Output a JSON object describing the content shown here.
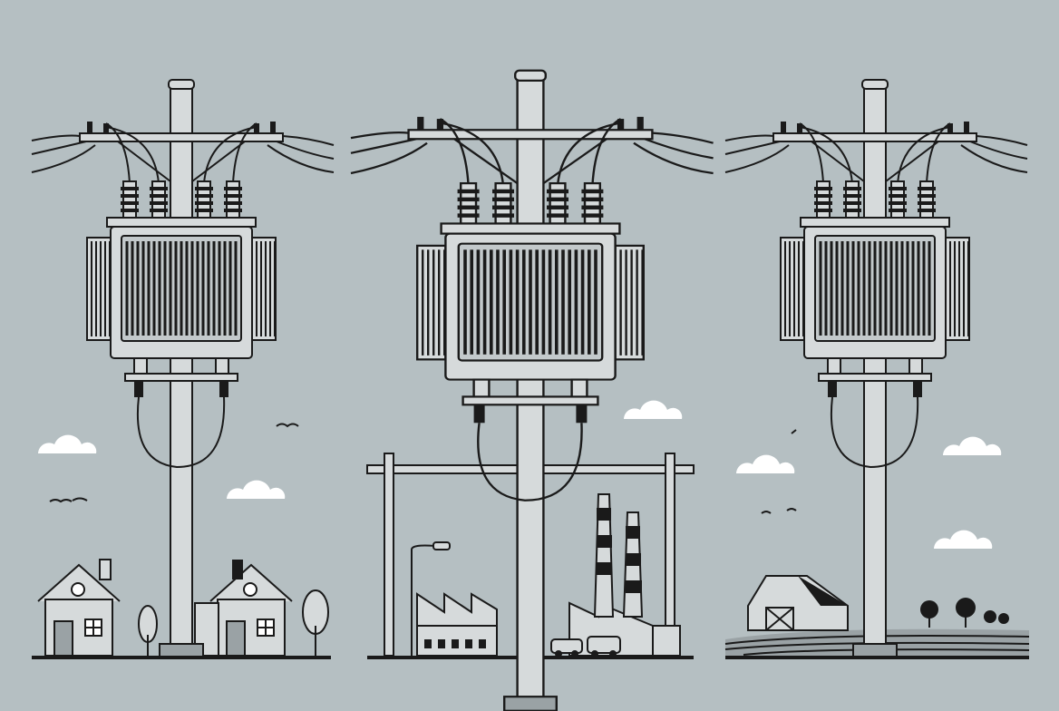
{
  "colors": {
    "background": "#b5bfc2",
    "ink": "#1a1a1a",
    "metal_light": "#d6dadb",
    "metal_mid": "#9aa2a5",
    "cloud": "#ffffff",
    "ground": "#3a3a3a"
  },
  "scenes": [
    {
      "id": "residential",
      "icon": "house-icon"
    },
    {
      "id": "industrial",
      "icon": "factory-icon"
    },
    {
      "id": "rural",
      "icon": "barn-icon"
    }
  ]
}
